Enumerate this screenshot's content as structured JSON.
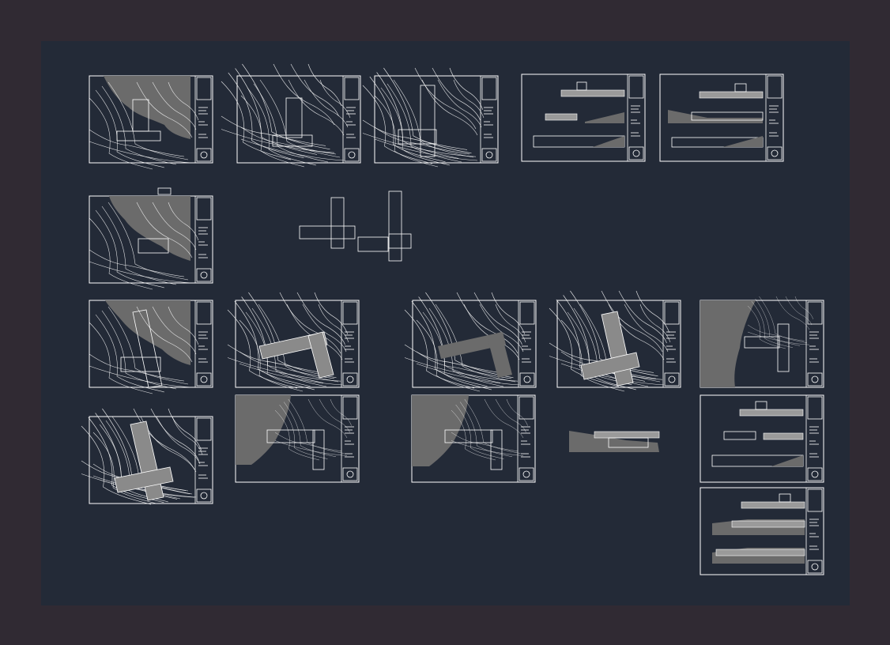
{
  "app": {
    "title": ""
  },
  "colors": {
    "workspace_outer": "#302a33",
    "model_space": "#232a37",
    "linework": "#ffffff",
    "fill_grey": "#6b6b6b"
  },
  "sheets": [
    {
      "id": "site-plan-1",
      "kind": "site"
    },
    {
      "id": "site-plan-2",
      "kind": "site"
    },
    {
      "id": "site-plan-3",
      "kind": "site"
    },
    {
      "id": "elevations-1",
      "kind": "elevation"
    },
    {
      "id": "elevations-2",
      "kind": "elevation"
    },
    {
      "id": "site-plan-4",
      "kind": "site"
    },
    {
      "id": "floor-plan-loose",
      "kind": "plan"
    },
    {
      "id": "site-plan-5",
      "kind": "site"
    },
    {
      "id": "site-plan-6",
      "kind": "site"
    },
    {
      "id": "site-plan-7",
      "kind": "site"
    },
    {
      "id": "site-plan-8",
      "kind": "site"
    },
    {
      "id": "site-plan-9",
      "kind": "site"
    },
    {
      "id": "site-plan-10",
      "kind": "site"
    },
    {
      "id": "site-plan-11",
      "kind": "site"
    },
    {
      "id": "site-plan-12",
      "kind": "site"
    },
    {
      "id": "section-loose",
      "kind": "section"
    },
    {
      "id": "elevations-3",
      "kind": "elevation"
    },
    {
      "id": "elevations-4",
      "kind": "elevation"
    }
  ]
}
